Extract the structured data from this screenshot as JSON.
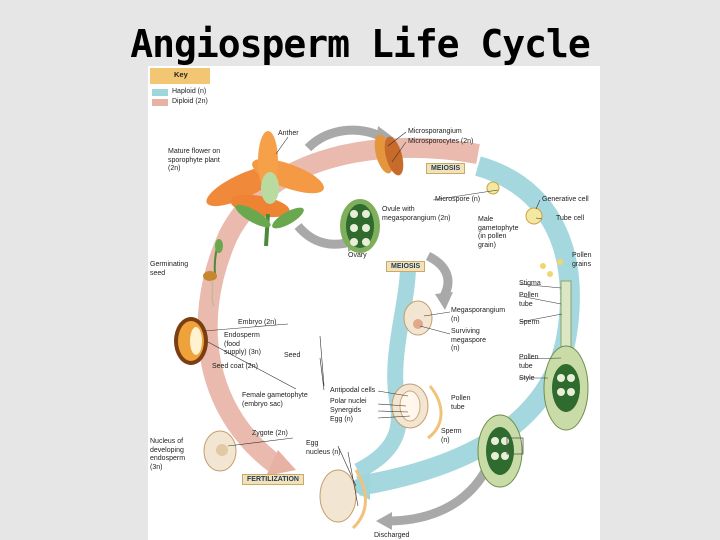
{
  "title": "Angiosperm Life Cycle",
  "key": {
    "heading": "Key",
    "haploid": "Haploid (n)",
    "diploid": "Diploid (2n)",
    "haploid_color": "#9fd6dc",
    "diploid_color": "#e7b2a4"
  },
  "stages": {
    "meiosis_top": "MEIOSIS",
    "meiosis_middle": "MEIOSIS",
    "fertilization": "FERTILIZATION"
  },
  "labels": {
    "anther": "Anther",
    "mature_flower": "Mature flower on\nsporophyte plant\n(2n)",
    "microsporangium": "Microsporangium",
    "microsporocytes": "Microsporocytes (2n)",
    "microspore": "Microspore (n)",
    "generative_cell": "Generative cell",
    "tube_cell": "Tube cell",
    "ovule": "Ovule with\nmegasporangium (2n)",
    "male_gametophyte": "Male\ngametophyte\n(in pollen\ngrain)",
    "ovary": "Ovary",
    "pollen_grains": "Pollen\ngrains",
    "germinating_seed": "Germinating\nseed",
    "stigma": "Stigma",
    "pollen_tube_top": "Pollen\ntube",
    "sperm_top": "Sperm",
    "megasporangium": "Megasporangium\n(n)",
    "surviving_megaspore": "Surviving\nmegaspore\n(n)",
    "embryo": "Embryo (2n)",
    "endosperm": "Endosperm\n(food\nsupply) (3n)",
    "seed": "Seed",
    "seed_coat": "Seed coat (2n)",
    "pollen_tube_mid": "Pollen\ntube",
    "style": "Style",
    "antipodal_cells": "Antipodal cells",
    "polar_nuclei": "Polar nuclei",
    "synergids": "Synergids",
    "egg": "Egg (n)",
    "female_gametophyte": "Female gametophyte\n(embryo sac)",
    "pollen_tube_low": "Pollen\ntube",
    "sperm_low": "Sperm\n(n)",
    "zygote": "Zygote (2n)",
    "egg_nucleus": "Egg\nnucleus (n)",
    "nucleus_endosperm": "Nucleus of\ndeveloping\nendosperm\n(3n)",
    "discharged": "Discharged"
  }
}
